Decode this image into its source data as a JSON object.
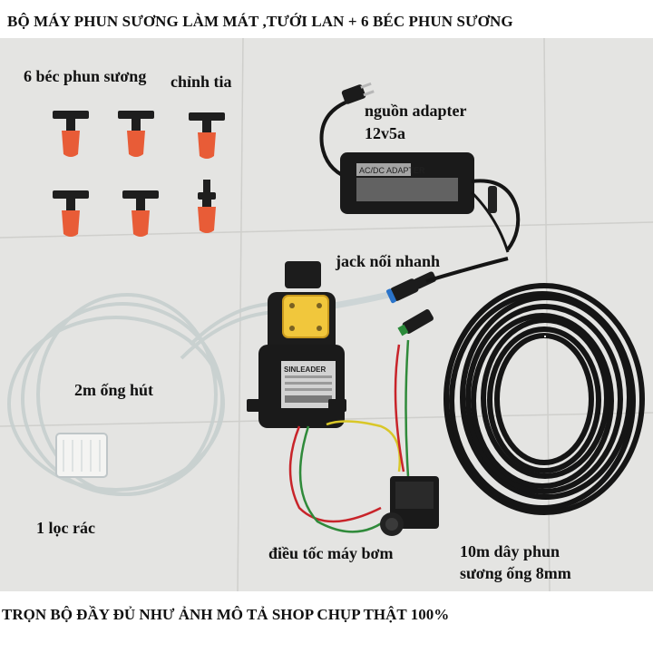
{
  "title": "BỘ MÁY PHUN SƯƠNG LÀM MÁT ,TƯỚI LAN + 6 BÉC PHUN SƯƠNG",
  "labels": {
    "nozzles": "6 béc phun sương",
    "adjust": "chỉnh tia",
    "adapter_line1": "nguồn adapter",
    "adapter_line2": "12v5a",
    "quick_jack": "jack nối nhanh",
    "suction_hose": "2m ống hút",
    "filter": "1 lọc rác",
    "speed_control": "điều tốc máy bơm",
    "mist_hose_line1": "10m dây phun",
    "mist_hose_line2": "sương ống 8mm"
  },
  "footer": "TRỌN BỘ ĐẦY ĐỦ NHƯ ẢNH MÔ TẢ SHOP CHỤP THẬT  100%",
  "adapter_print": "AC/DC ADAPTER",
  "pump_print": "SINLEADER",
  "colors": {
    "background": "#e6e6e4",
    "nozzle_body": "#1e1e1e",
    "nozzle_cap": "#e85c37",
    "pump_cover": "#f1c73c",
    "hose_black": "#151515",
    "wire_red": "#c8242a",
    "wire_green": "#2f8a3a",
    "wire_yellow": "#d9c728"
  }
}
